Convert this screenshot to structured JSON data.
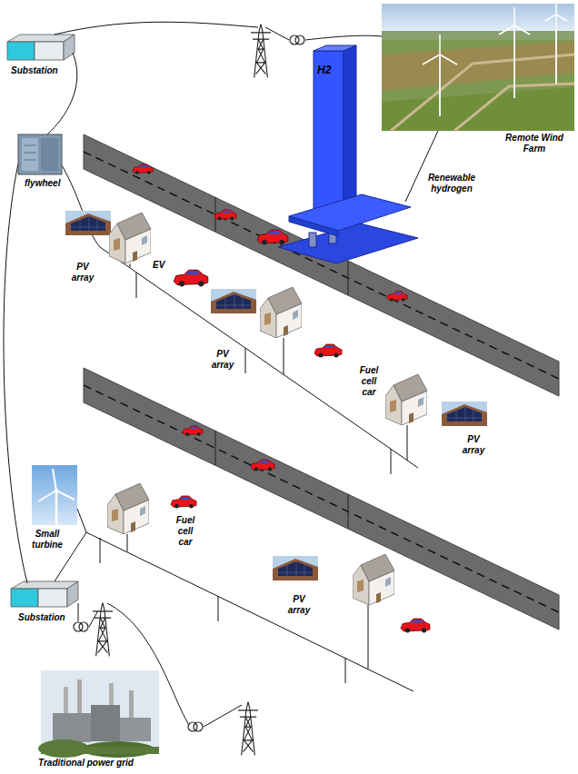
{
  "diagram": {
    "labels": [
      "Substation",
      "H2",
      "Remote Wind Farm",
      "flywheel",
      "Renewable hydrogen",
      "PV array",
      "EV",
      "PV array",
      "Fuel cell car",
      "PV array",
      "Small turbine",
      "Fuel cell car",
      "PV array",
      "Substation",
      "Traditional power grid"
    ]
  }
}
